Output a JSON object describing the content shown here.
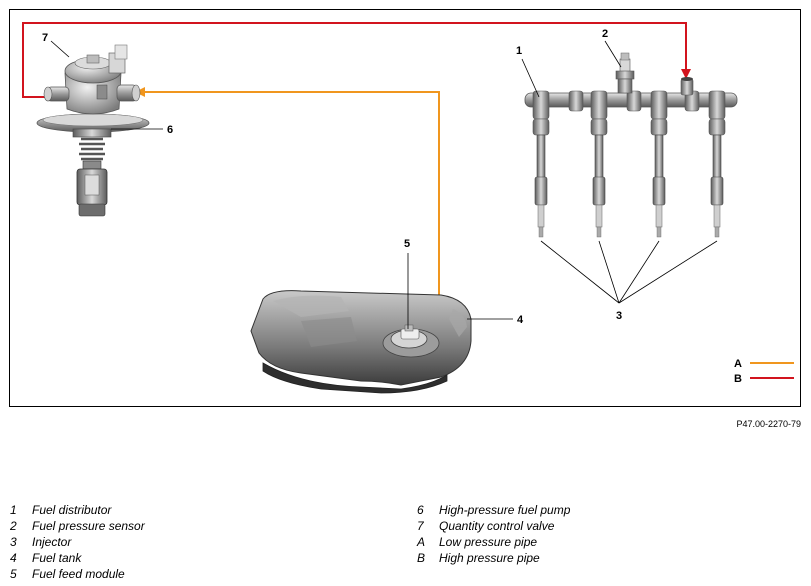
{
  "figure": {
    "reference": "P47.00-2270-79",
    "callouts": {
      "c1": "1",
      "c2": "2",
      "c3": "3",
      "c4": "4",
      "c5": "5",
      "c6": "6",
      "c7": "7"
    },
    "line_legend": {
      "a": "A",
      "b": "B"
    },
    "colors": {
      "low_pressure": "#f0961e",
      "high_pressure": "#d2141e"
    }
  },
  "legend": {
    "left": [
      {
        "key": "1",
        "text": "Fuel distributor"
      },
      {
        "key": "2",
        "text": "Fuel pressure sensor"
      },
      {
        "key": "3",
        "text": "Injector"
      },
      {
        "key": "4",
        "text": "Fuel tank"
      },
      {
        "key": "5",
        "text": "Fuel feed module"
      }
    ],
    "right": [
      {
        "key": "6",
        "text": "High-pressure fuel pump"
      },
      {
        "key": "7",
        "text": "Quantity control valve"
      },
      {
        "key": "A",
        "text": "Low pressure pipe"
      },
      {
        "key": "B",
        "text": "High pressure pipe"
      }
    ]
  }
}
